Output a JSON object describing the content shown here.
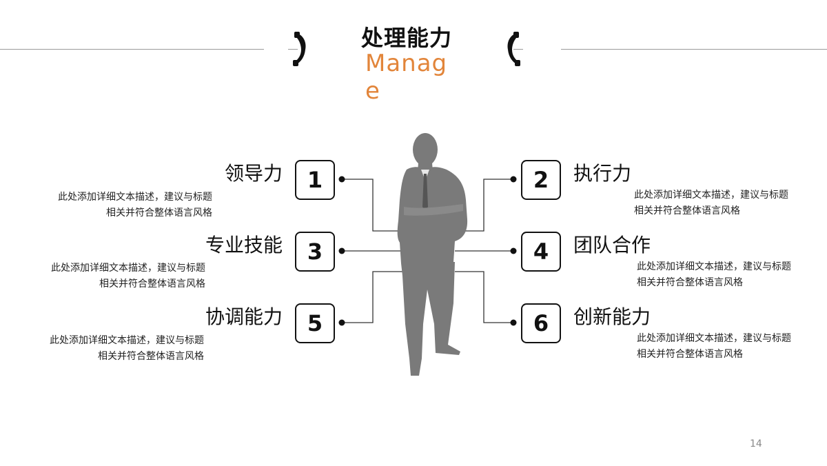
{
  "header": {
    "title": "处理能力",
    "subtitle": "Manage"
  },
  "items": [
    {
      "number": "1",
      "label": "领导力",
      "desc": "此处添加详细文本描述，建议与标题相关并符合整体语言风格"
    },
    {
      "number": "2",
      "label": "执行力",
      "desc": "此处添加详细文本描述，建议与标题相关并符合整体语言风格"
    },
    {
      "number": "3",
      "label": "专业技能",
      "desc": "此处添加详细文本描述，建议与标题相关并符合整体语言风格"
    },
    {
      "number": "4",
      "label": "团队合作",
      "desc": "此处添加详细文本描述，建议与标题相关并符合整体语言风格"
    },
    {
      "number": "5",
      "label": "协调能力",
      "desc": "此处添加详细文本描述，建议与标题相关并符合整体语言风格"
    },
    {
      "number": "6",
      "label": "创新能力",
      "desc": "此处添加详细文本描述，建议与标题相关并符合整体语言风格"
    }
  ],
  "footer": {
    "page_number": "14"
  },
  "colors": {
    "accent": "#e2853a",
    "figure": "#7a7a7a",
    "text": "#111111"
  },
  "icons": {
    "header_left": "phone-handset-icon",
    "header_right": "phone-handset-icon",
    "figure": "businessman-silhouette-icon"
  }
}
